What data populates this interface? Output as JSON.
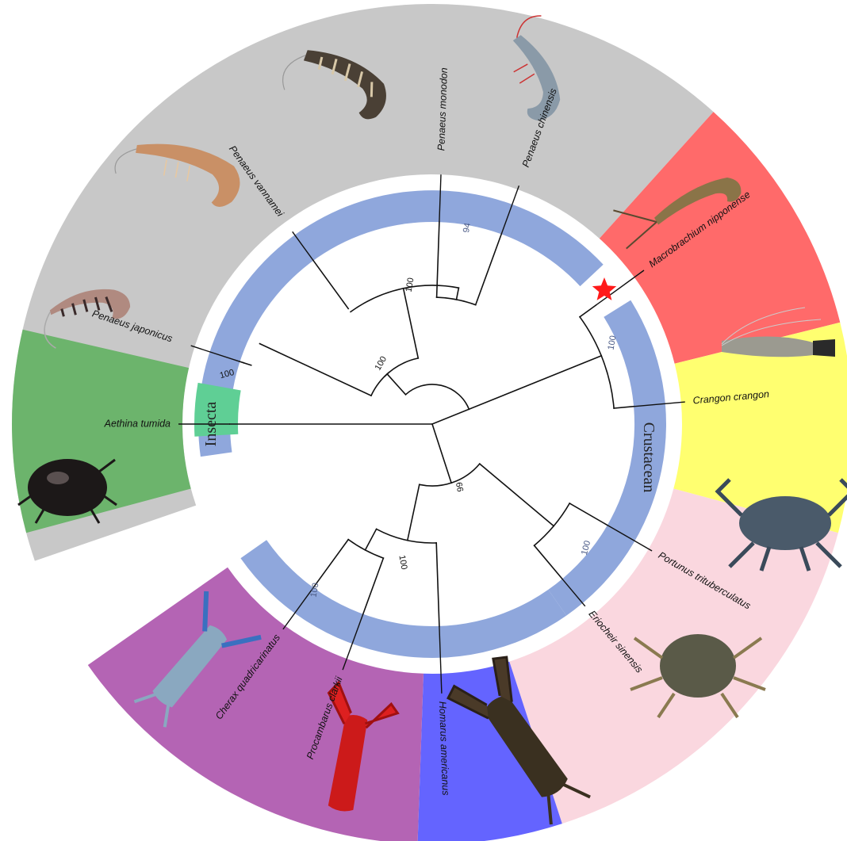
{
  "tree": {
    "taxa": [
      {
        "id": "penaeus-japonicus",
        "name": "Penaeus japonicus"
      },
      {
        "id": "penaeus-vannamei",
        "name": "Penaeus vannamei"
      },
      {
        "id": "penaeus-monodon",
        "name": "Penaeus monodon"
      },
      {
        "id": "penaeus-chinensis",
        "name": "Penaeus chinensis"
      },
      {
        "id": "macrobrachium-nipponense",
        "name": "Macrobrachium nipponense"
      },
      {
        "id": "crangon-crangon",
        "name": "Crangon crangon"
      },
      {
        "id": "portunus-trituberculatus",
        "name": "Portunus trituberculatus"
      },
      {
        "id": "eriocheir-sinensis",
        "name": "Eriocheir sinensis"
      },
      {
        "id": "homarus-americanus",
        "name": "Homarus americanus"
      },
      {
        "id": "procambarus-clarkii",
        "name": "Procambarus clarkii"
      },
      {
        "id": "cherax-quadricarinatus",
        "name": "Cherax quadricarinatus"
      },
      {
        "id": "aethina-tumida",
        "name": "Aethina tumida"
      }
    ],
    "bootstrap": {
      "penaeus_crown": "100",
      "penaeus_inner": "94",
      "penaeus_all": "100",
      "caridea": "100",
      "crustacea_node": "100",
      "brachyura": "100",
      "reptantia": "66",
      "astacidea": "100",
      "crayfish": "100"
    },
    "groups": {
      "crustacean": "Crustacean",
      "insecta": "Insecta"
    },
    "highlight_marker": "red-star-icon"
  },
  "colors": {
    "sector_penaeus": "#c8c8c8",
    "sector_macrobrachium": "#ff6a6a",
    "sector_crangon": "#ffff70",
    "sector_crabs": "#fad7df",
    "sector_homarus": "#6464ff",
    "sector_crayfish": "#b464b4",
    "sector_insect": "#6cb46c",
    "clade_ring": "#8fa7dc",
    "insect_ring": "#5fcf95",
    "star": "#ff1a1a",
    "branch": "#111111"
  }
}
